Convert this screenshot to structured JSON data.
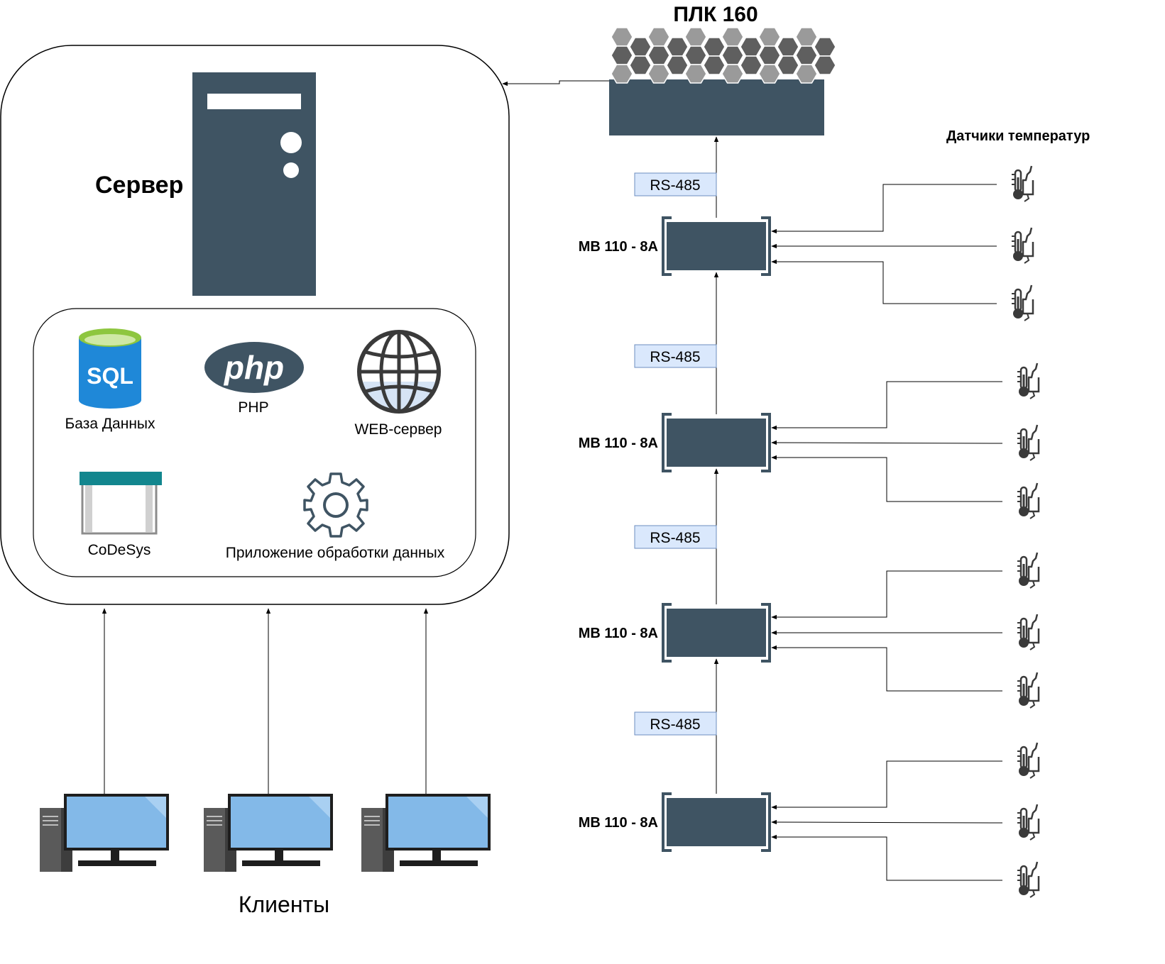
{
  "server": {
    "title": "Сервер",
    "components": {
      "sql_icon_text": "SQL",
      "db_label": "База Данных",
      "php_icon_text": "php",
      "php_label": "PHP",
      "web_label": "WEB-сервер",
      "codesys_label": "CoDeSys",
      "app_label": "Приложение обработки данных"
    }
  },
  "plc": {
    "label": "ПЛК 160"
  },
  "sensors": {
    "title": "Датчики температур",
    "per_module": 3
  },
  "bus": {
    "label": "RS-485"
  },
  "modules": [
    {
      "label": "МВ 110 - 8А"
    },
    {
      "label": "МВ 110 - 8А"
    },
    {
      "label": "МВ 110 - 8А"
    },
    {
      "label": "МВ 110 - 8А"
    }
  ],
  "clients": {
    "label": "Клиенты",
    "count": 3
  },
  "colors": {
    "dark_slate": "#3f5463",
    "hex_light": "#9a9a9a",
    "hex_dark": "#5f5f5f",
    "rs485_fill": "#dae8fc",
    "rs485_stroke": "#6c8ebf",
    "monitor_blue": "#83b9e8",
    "sql_blue": "#1f88d8",
    "sql_top": "#8ec63f",
    "codesys_teal": "#12868e",
    "web_fill": "#d6e4f5"
  }
}
